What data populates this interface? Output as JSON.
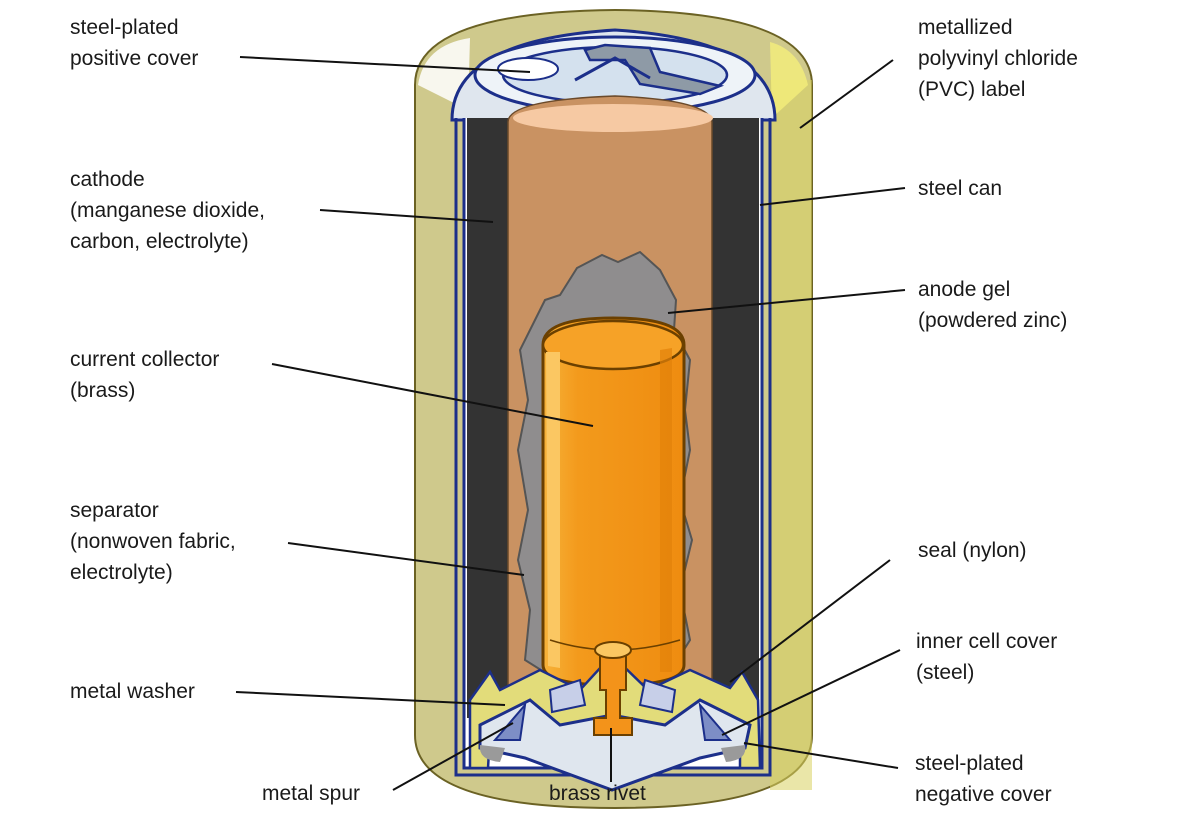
{
  "labels": {
    "positive_cover": [
      "steel-plated",
      "positive cover"
    ],
    "pvc_label": [
      "metallized",
      "polyvinyl chloride",
      "(PVC) label"
    ],
    "cathode": [
      "cathode",
      "(manganese dioxide,",
      "carbon, electrolyte)"
    ],
    "steel_can": [
      "steel can"
    ],
    "anode_gel": [
      "anode gel",
      "(powdered zinc)"
    ],
    "current_collector": [
      "current collector",
      "(brass)"
    ],
    "separator": [
      "separator",
      "(nonwoven fabric,",
      "electrolyte)"
    ],
    "seal": [
      "seal (nylon)"
    ],
    "inner_cell_cover": [
      "inner cell cover",
      "(steel)"
    ],
    "metal_washer": [
      "metal washer"
    ],
    "metal_spur": [
      "metal spur"
    ],
    "brass_rivet": [
      "brass rivet"
    ],
    "negative_cover": [
      "steel-plated",
      "negative cover"
    ]
  },
  "colors": {
    "label_body": "#cfc98c",
    "label_right": "#d9d261",
    "steel_can_outline": "#1c2f8a",
    "cathode": "#333333",
    "anode_region": "#c99262",
    "zinc_gel": "#8f8d8e",
    "collector": "#f3931a",
    "collector_highlight": "#fbc762",
    "seal_nylon": "#e2dc7a",
    "cover_fill": "#d9e4ef",
    "leader": "#111111"
  }
}
